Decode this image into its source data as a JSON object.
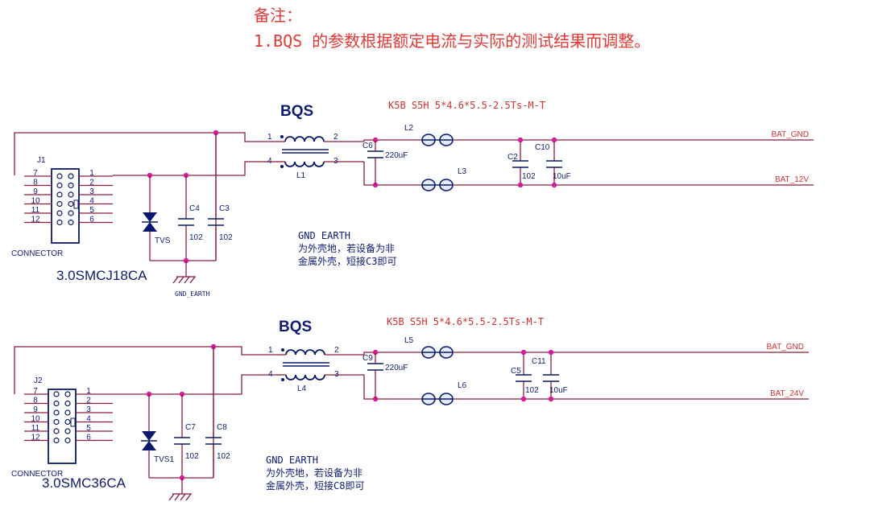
{
  "note": {
    "title": "备注：",
    "line1": "1.BQS 的参数根据额定电流与实际的测试结果而调整。"
  },
  "circuit1": {
    "connector_ref": "J1",
    "connector_label": "CONNECTOR",
    "pins_left": [
      "7",
      "8",
      "9",
      "10",
      "11",
      "12"
    ],
    "pins_right": [
      "1",
      "2",
      "3",
      "4",
      "5",
      "6"
    ],
    "tvs_part": "3.0SMCJ18CA",
    "tvs_ref": "TVS",
    "c_a_ref": "C4",
    "c_a_val": "102",
    "c_b_ref": "C3",
    "c_b_val": "102",
    "gnd_label": "GND_EARTH",
    "bqs_title": "BQS",
    "choke_ref": "L1",
    "choke_pins": [
      "1",
      "2",
      "4",
      "3"
    ],
    "spec": "K5B S5H 5*4.6*5.5-2.5Ts-M-T",
    "cap_big_ref": "C6",
    "cap_big_val": "220uF",
    "bead_top": "L2",
    "bead_bot": "L3",
    "c_c_ref": "C2",
    "c_c_val": "102",
    "c_d_ref": "C10",
    "c_d_val": "10uF",
    "net_top": "BAT_GND",
    "net_bot": "BAT_12V",
    "comment": [
      "GND EARTH",
      "为外壳地，若设备为非",
      "金属外壳，短接C3即可"
    ]
  },
  "circuit2": {
    "connector_ref": "J2",
    "connector_label": "CONNECTOR",
    "pins_left": [
      "7",
      "8",
      "9",
      "10",
      "11",
      "12"
    ],
    "pins_right": [
      "1",
      "2",
      "3",
      "4",
      "5",
      "6"
    ],
    "tvs_part": "3.0SMC36CA",
    "tvs_ref": "TVS1",
    "c_a_ref": "C7",
    "c_a_val": "102",
    "c_b_ref": "C8",
    "c_b_val": "102",
    "bqs_title": "BQS",
    "choke_ref": "L4",
    "choke_pins": [
      "1",
      "2",
      "4",
      "3"
    ],
    "spec": "K5B S5H 5*4.6*5.5-2.5Ts-M-T",
    "cap_big_ref": "C9",
    "cap_big_val": "220uF",
    "bead_top": "L5",
    "bead_bot": "L6",
    "c_c_ref": "C5",
    "c_c_val": "102",
    "c_d_ref": "C11",
    "c_d_val": "10uF",
    "net_top": "BAT_GND",
    "net_bot": "BAT_24V",
    "comment": [
      "GND EARTH",
      "为外壳地，若设备为非",
      "金属外壳，短接C8即可"
    ]
  }
}
